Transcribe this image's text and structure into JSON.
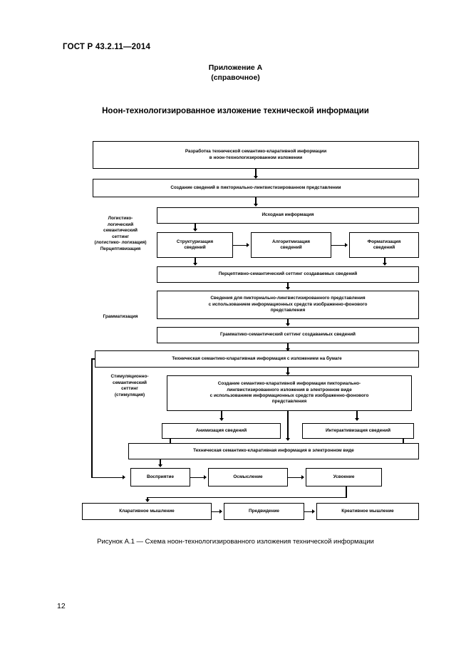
{
  "header": {
    "standard_code": "ГОСТ Р 43.2.11—2014",
    "page_number": "12"
  },
  "annex": {
    "line1": "Приложение А",
    "line2": "(справочное)"
  },
  "doc_title": "Ноон-технологизированное изложение технической информации",
  "figure_caption": "Рисунок А.1 — Схема ноон-технологизированного изложения технической информации",
  "diagram": {
    "boxes": {
      "b1": "Разработка технической семантико-кларативной информации\nв ноон-технологизированном изложении",
      "b1_l1": "Разработка технической семантико-кларативной информации",
      "b1_l2": "в ноон-технологизированном изложении",
      "b2": "Создание сведений в пикториально-лингвистизированном представлении",
      "b3": "Исходная информация",
      "b4_l1": "Структуризация",
      "b4_l2": "сведений",
      "b5_l1": "Алгоритмизация",
      "b5_l2": "сведений",
      "b6_l1": "Форматизация",
      "b6_l2": "сведений",
      "b7": "Перцептивно-семантический сеттинг создаваемых сведений",
      "b8_l1": "Сведения для пикториально-лингвистизированного представления",
      "b8_l2": "с использованием информационных средств изображенно-фонового",
      "b8_l3": "представления",
      "b9": "Грамматико-семантический сеттинг создаваемых сведений",
      "b10": "Техническая семантико-кларативная информация с изложением на бумаге",
      "b11_l1": "Создание семантико-кларативной информации пикториально-",
      "b11_l2": "лингвистизированного изложения в электронном виде",
      "b11_l3": "с использованием информационных средств изображенно-фонового",
      "b11_l4": "представления",
      "b12": "Анимизация сведений",
      "b13": "Интерактивизация сведений",
      "b14": "Техническая семантико-кларативная информация в электронном виде",
      "b15": "Восприятие",
      "b16": "Осмысление",
      "b17": "Усвоение",
      "b18": "Кларативное мышление",
      "b19": "Предвидение",
      "b20": "Креативное мышление"
    },
    "side_labels": {
      "s1_l1": "Логистико-",
      "s1_l2": "логический",
      "s1_l3": "семантический",
      "s1_l4": "сеттинг",
      "s1_l5": "(логистико- логизация)",
      "s1_l6": "Перцептивизация",
      "s2": "Грамматизация",
      "s3_l1": "Стимуляционно-",
      "s3_l2": "семантический",
      "s3_l3": "сеттинг",
      "s3_l4": "(стимуляция)"
    }
  },
  "colors": {
    "ink": "#000000",
    "paper": "#ffffff"
  }
}
